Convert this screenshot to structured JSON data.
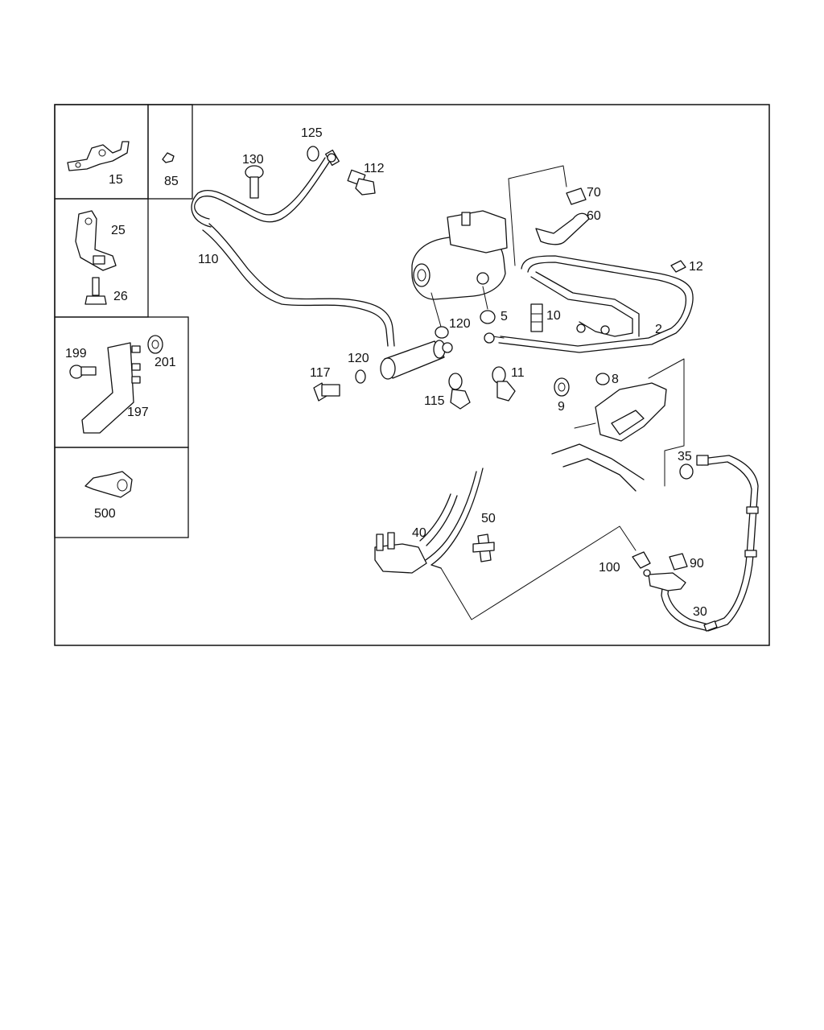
{
  "labels": {
    "p15": "15",
    "p85": "85",
    "p25": "25",
    "p26": "26",
    "p199": "199",
    "p201": "201",
    "p197": "197",
    "p500": "500",
    "p130": "130",
    "p125": "125",
    "p112": "112",
    "p110": "110",
    "p70": "70",
    "p60": "60",
    "p12": "12",
    "p5": "5",
    "p10": "10",
    "p120a": "120",
    "p120b": "120",
    "p117": "117",
    "p115": "115",
    "p11": "11",
    "p9": "9",
    "p8": "8",
    "p2": "2",
    "p35": "35",
    "p40": "40",
    "p50": "50",
    "p100": "100",
    "p90": "90",
    "p30": "30"
  }
}
